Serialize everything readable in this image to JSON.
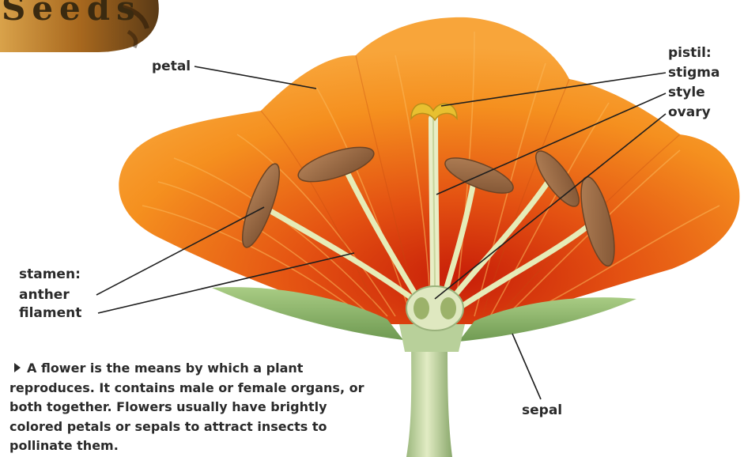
{
  "header": {
    "badge_text": "Seeds"
  },
  "labels": {
    "petal": "petal",
    "pistil": "pistil:",
    "stigma": "stigma",
    "style": "style",
    "ovary": "ovary",
    "stamen": "stamen:",
    "anther": "anther",
    "filament": "filament",
    "sepal": "sepal"
  },
  "caption": "A flower is the means by which a plant reproduces. It contains male or female organs, or both together. Flowers usually have brightly colored petals or sepals to attract insects to pollinate them.",
  "colors": {
    "petal_orange": "#f08a1c",
    "petal_red": "#d8380c",
    "anther_brown": "#9a6a44",
    "filament_cream": "#e6ecb8",
    "sepal_green": "#8eb86a",
    "badge_brown": "#b5792c"
  }
}
